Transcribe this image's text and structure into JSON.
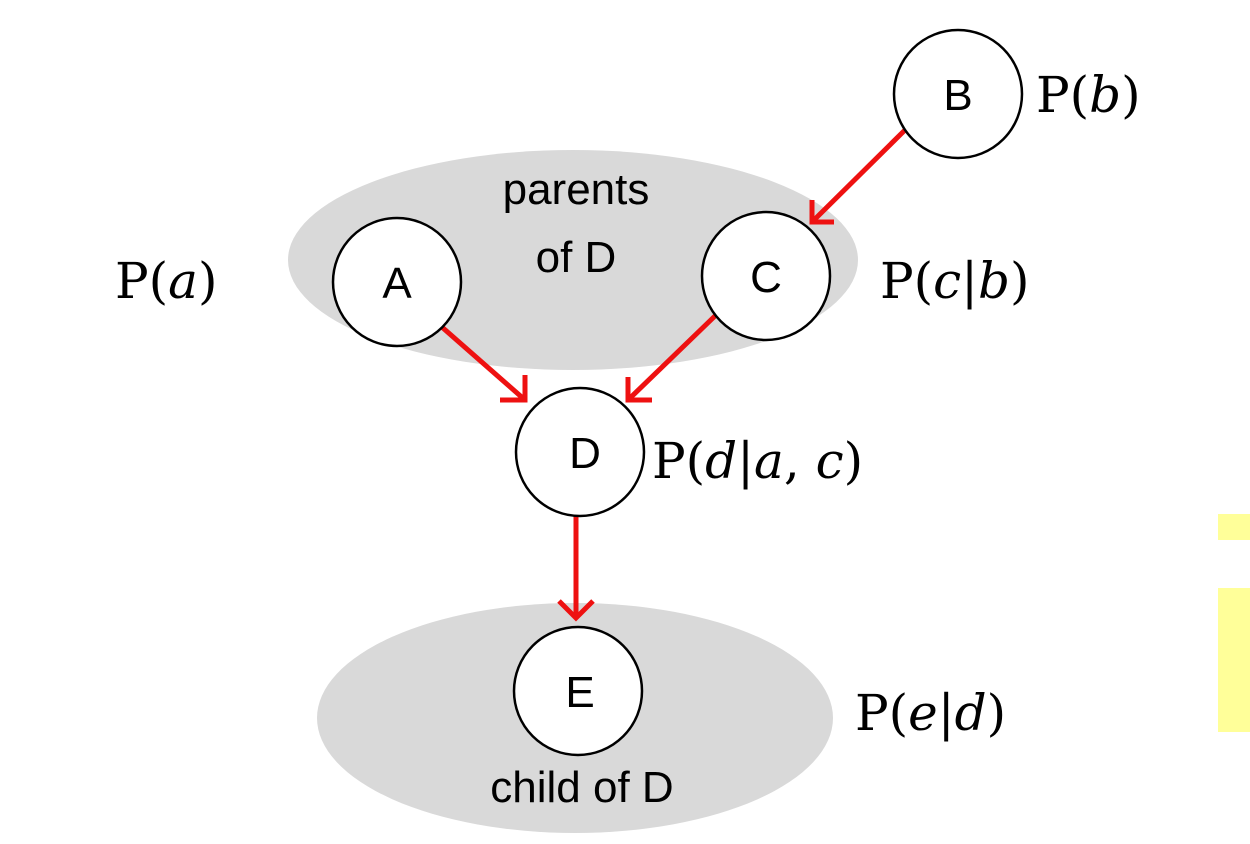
{
  "nodes": {
    "a": "A",
    "b": "B",
    "c": "C",
    "d": "D",
    "e": "E"
  },
  "groups": {
    "parents_line1": "parents",
    "parents_line2": "of D",
    "child": "child of D"
  },
  "probabilities": {
    "a": {
      "prefix": "P(",
      "var": "a",
      "suffix": ")"
    },
    "b": {
      "prefix": "P(",
      "var": "b",
      "suffix": ")"
    },
    "c": {
      "prefix": "P(",
      "var": "c",
      "mid": "|",
      "var2": "b",
      "suffix": ")"
    },
    "d": {
      "prefix": "P(",
      "var": "d",
      "mid": "|",
      "var2": "a",
      "sep": ", ",
      "var3": "c",
      "suffix": ")"
    },
    "e": {
      "prefix": "P(",
      "var": "e",
      "mid": "|",
      "var2": "d",
      "suffix": ")"
    }
  },
  "colors": {
    "edge": "#ee1111",
    "group_fill": "#d9d9d9",
    "node_stroke": "#000000",
    "node_fill": "#ffffff",
    "highlight": "#ffff99"
  },
  "edges": [
    {
      "from": "B",
      "to": "C"
    },
    {
      "from": "A",
      "to": "D"
    },
    {
      "from": "C",
      "to": "D"
    },
    {
      "from": "D",
      "to": "E"
    }
  ]
}
